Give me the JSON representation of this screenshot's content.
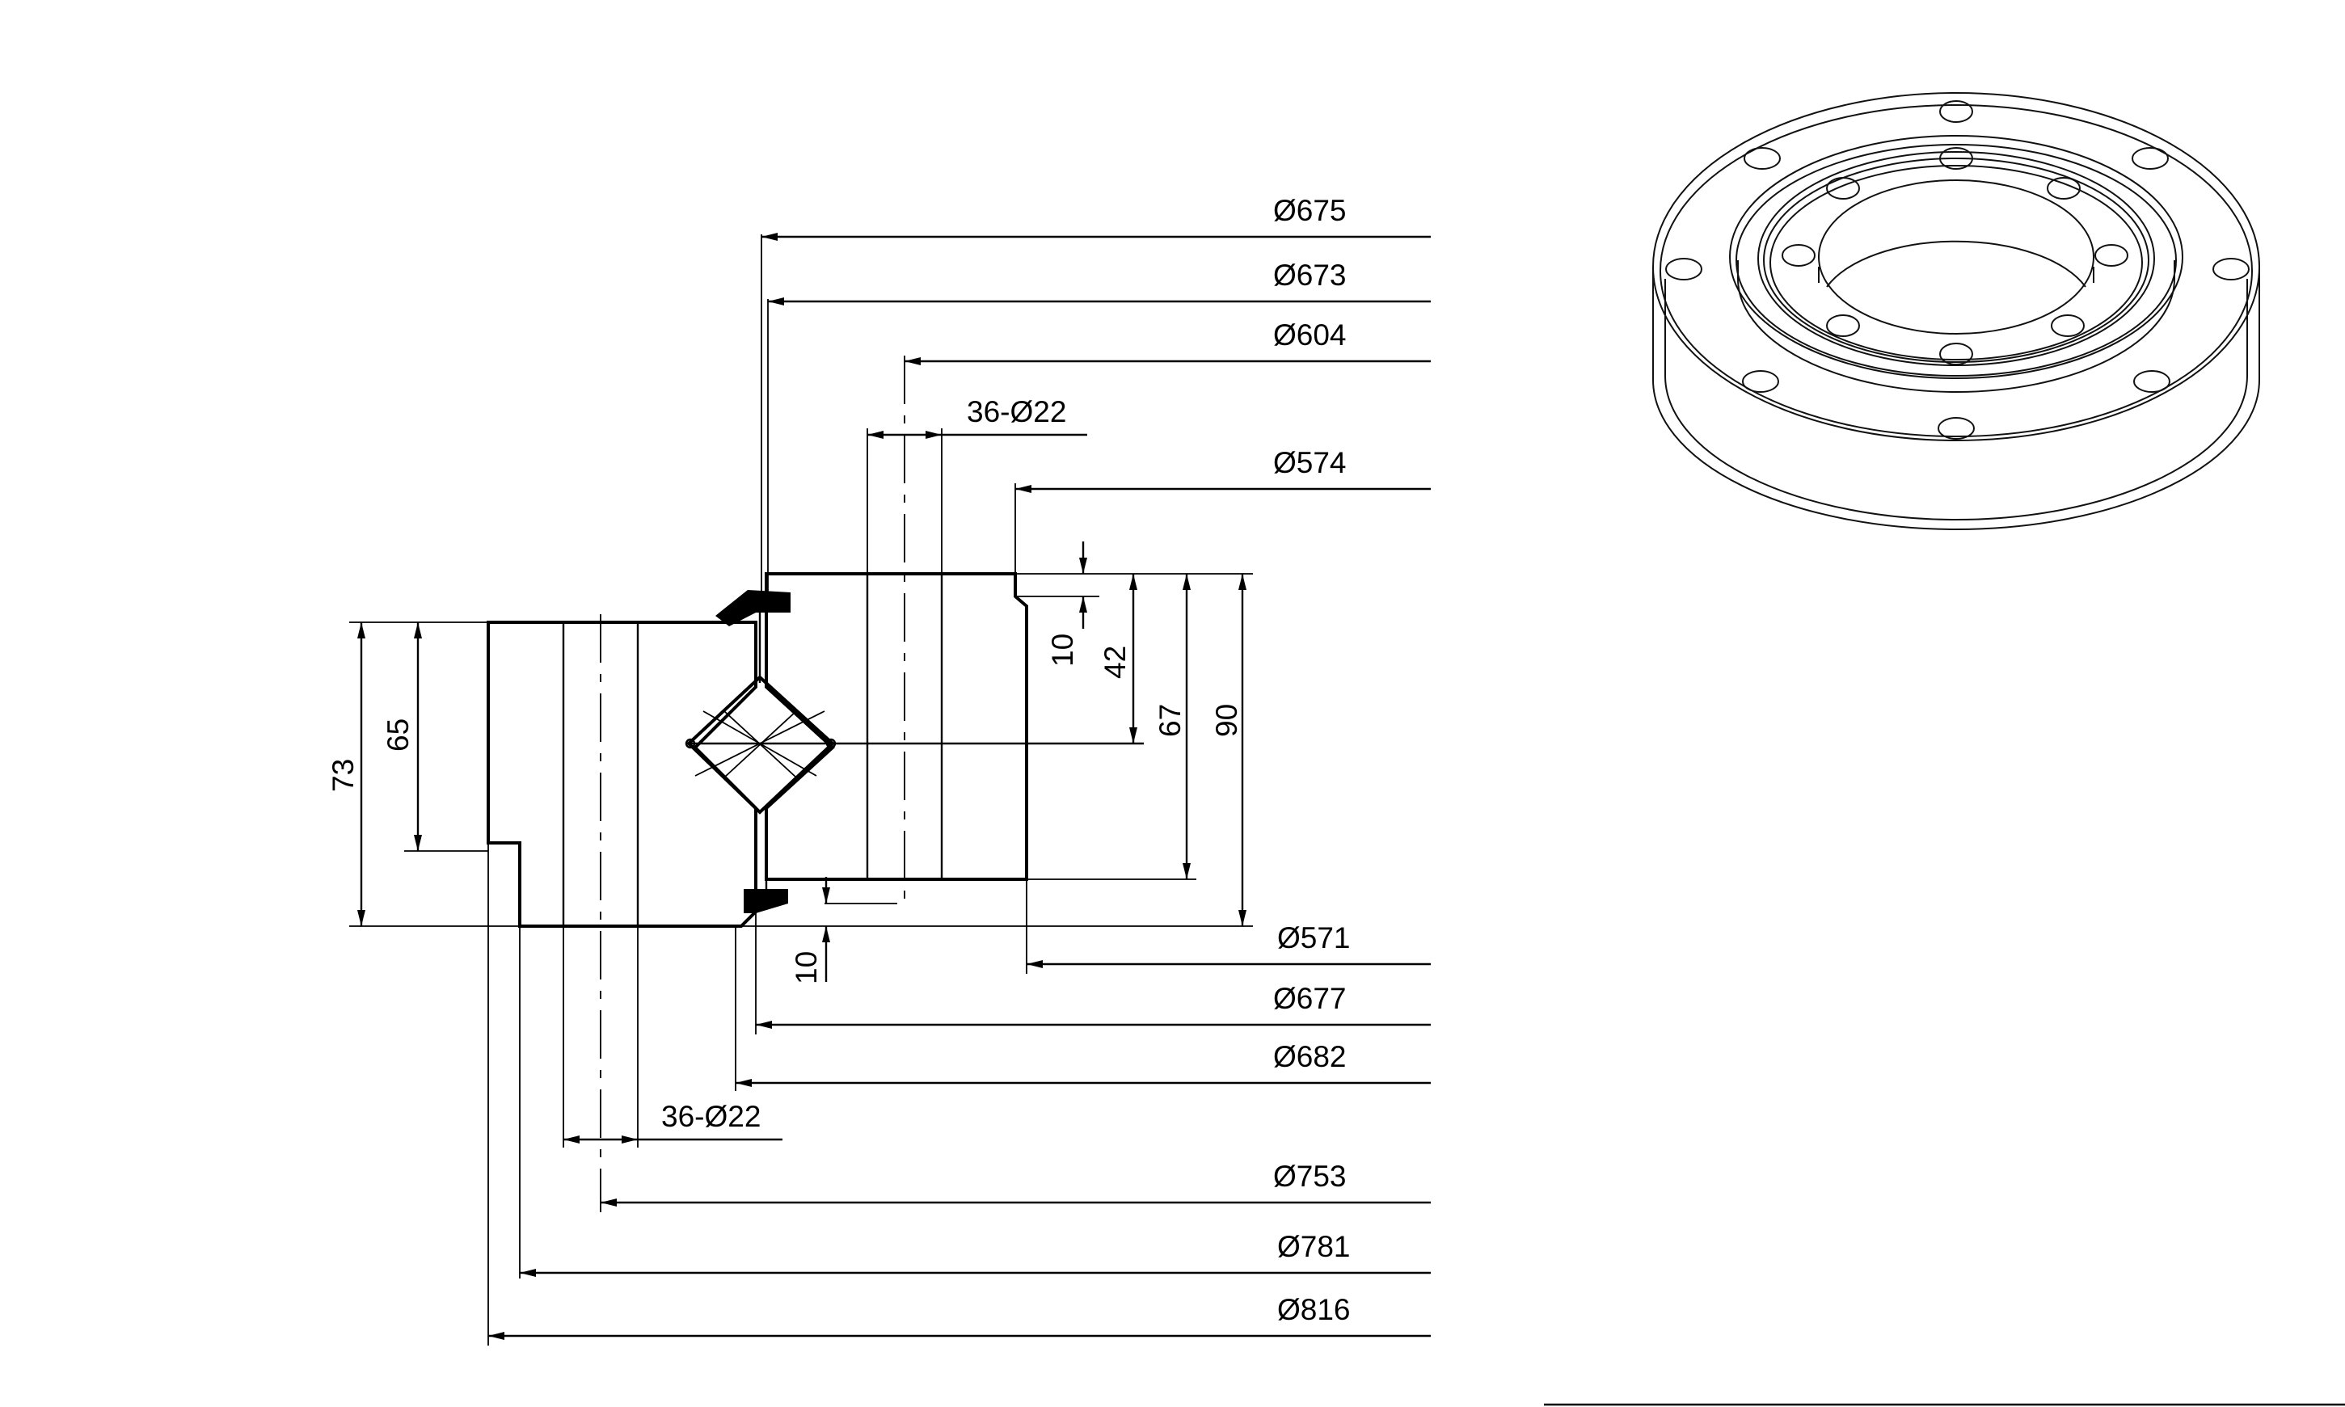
{
  "colors": {
    "line": "#000000",
    "background": "#ffffff",
    "seal": "#000000"
  },
  "dimensions": {
    "d675": "Ø675",
    "d673": "Ø673",
    "d604": "Ø604",
    "holes_top": "36-Ø22",
    "d574": "Ø574",
    "h10_top": "10",
    "h42": "42",
    "h67": "67",
    "h90": "90",
    "h73": "73",
    "h65": "65",
    "d571": "Ø571",
    "h10_bottom": "10",
    "d677": "Ø677",
    "d682": "Ø682",
    "holes_bottom": "36-Ø22",
    "d753": "Ø753",
    "d781": "Ø781",
    "d816": "Ø816"
  },
  "views": {
    "section": "bearing-cross-section",
    "isometric": "bearing-isometric"
  }
}
